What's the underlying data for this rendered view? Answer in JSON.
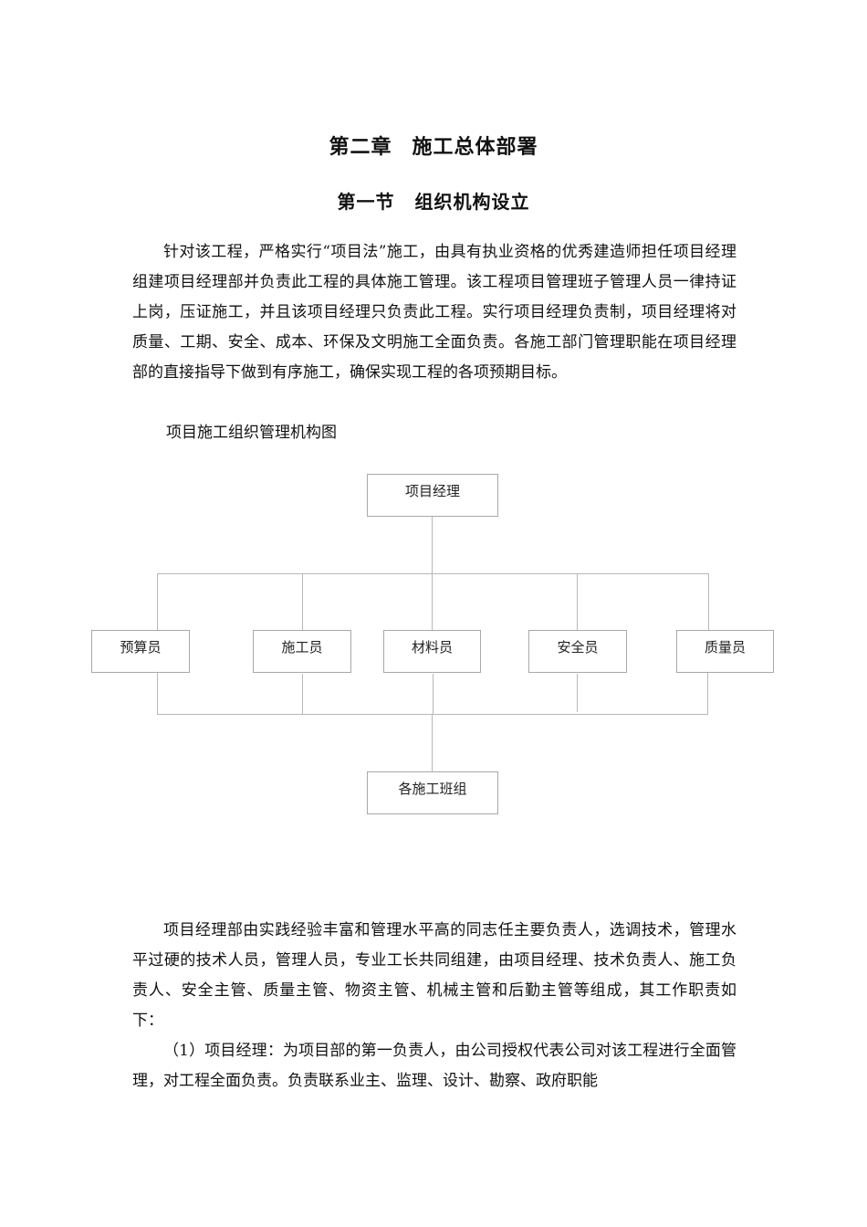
{
  "document": {
    "chapter_title": {
      "prefix": "第二章",
      "name": "施工总体部署"
    },
    "section_title": {
      "prefix": "第一节",
      "name": "组织机构设立"
    },
    "paragraphs": [
      "针对该工程，严格实行“项目法”施工，由具有执业资格的优秀建造师担任项目经理组建项目经理部并负责此工程的具体施工管理。该工程项目管理班子管理人员一律持证上岗，压证施工，并且该项目经理只负责此工程。实行项目经理负责制，项目经理将对质量、工期、安全、成本、环保及文明施工全面负责。各施工部门管理职能在项目经理部的直接指导下做到有序施工，确保实现工程的各项预期目标。",
      "项目经理部由实践经验丰富和管理水平高的同志任主要负责人，选调技术，管理水平过硬的技术人员，管理人员，专业工长共同组建，由项目经理、技术负责人、施工负责人、安全主管、质量主管、物资主管、机械主管和后勤主管等组成，其工作职责如下：",
      "（1）项目经理：为项目部的第一负责人，由公司授权代表公司对该工程进行全面管理，对工程全面负责。负责联系业主、监理、设计、勘察、政府职能"
    ],
    "figure_caption": "项目施工组织管理机构图"
  },
  "org_chart": {
    "top": "项目经理",
    "middle": [
      "预算员",
      "施工员",
      "材料员",
      "安全员",
      "质量员"
    ],
    "bottom": "各施工班组"
  }
}
